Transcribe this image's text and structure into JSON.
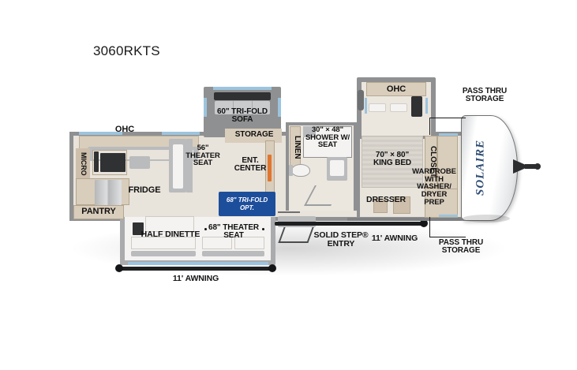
{
  "title": "3060RKTS",
  "brand": "SOLAIRE",
  "colors": {
    "optional_callout_bg": "#1d4e9b",
    "optional_callout_text": "#ffffff",
    "label_text": "#111111",
    "floor": "#e8e3db",
    "cabinet": "#d9cdbc",
    "wall": "#8f9092",
    "window_accent": "#9cc4de",
    "brand_text": "#2f4d73"
  },
  "labels": {
    "ohc_kitchen": "OHC",
    "micro": "MICRO",
    "fridge": "FRIDGE",
    "pantry": "PANTRY",
    "theater_seat_56": "56\"\nTHEATER\nSEAT",
    "tri_fold_sofa_60": "60\" TRI-FOLD\nSOFA",
    "storage": "STORAGE",
    "ent_center": "ENT.\nCENTER",
    "linen": "LINEN",
    "shower": "30\" × 48\"\nSHOWER W/\nSEAT",
    "ohc_bedroom": "OHC",
    "king_bed": "70\" × 80\"\nKING BED",
    "closet": "CLOSET",
    "wardrobe": "WARDROBE\nWITH\nWASHER/\nDRYER\nPREP",
    "dresser": "DRESSER",
    "pass_thru_storage_top": "PASS THRU\nSTORAGE",
    "pass_thru_storage_bottom": "PASS THRU\nSTORAGE",
    "half_dinette": "HALF DINETTE",
    "theater_seat_68": "68\" THEATER\nSEAT",
    "awning_street": "11' AWNING",
    "awning_rear": "11' AWNING",
    "solid_step_entry": "SOLID STEP® \nENTRY"
  },
  "optional": {
    "line1": "68\" TRI-FOLD",
    "line2": "OPT."
  }
}
